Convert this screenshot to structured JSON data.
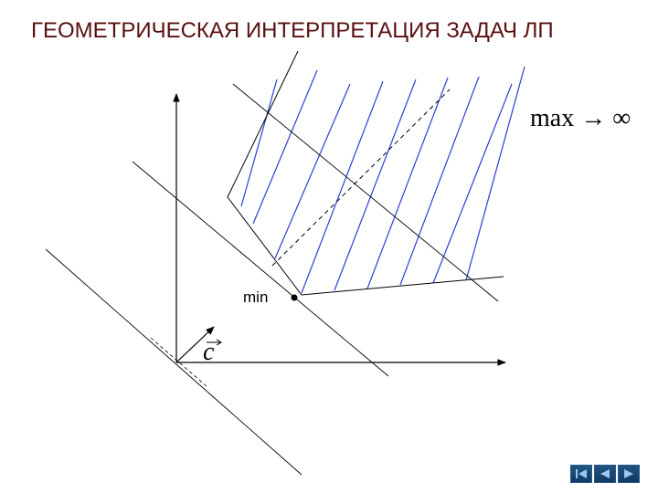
{
  "slide": {
    "title": "ГЕОМЕТРИЧЕСКАЯ ИНТЕРПРЕТАЦИЯ ЗАДАЧ ЛП"
  },
  "diagram": {
    "max_label": "max → ∞",
    "min_label": "min",
    "vector_label": "c"
  },
  "navigation": {
    "buttons": [
      {
        "name": "nav-first-button",
        "icon": "skip-back-icon"
      },
      {
        "name": "nav-prev-button",
        "icon": "triangle-left-icon"
      },
      {
        "name": "nav-next-button",
        "icon": "triangle-right-icon"
      }
    ],
    "accent_color": "#1f5585"
  },
  "colors": {
    "title": "#5a1010",
    "hatch": "#2a3fd6",
    "lines": "#000000"
  }
}
